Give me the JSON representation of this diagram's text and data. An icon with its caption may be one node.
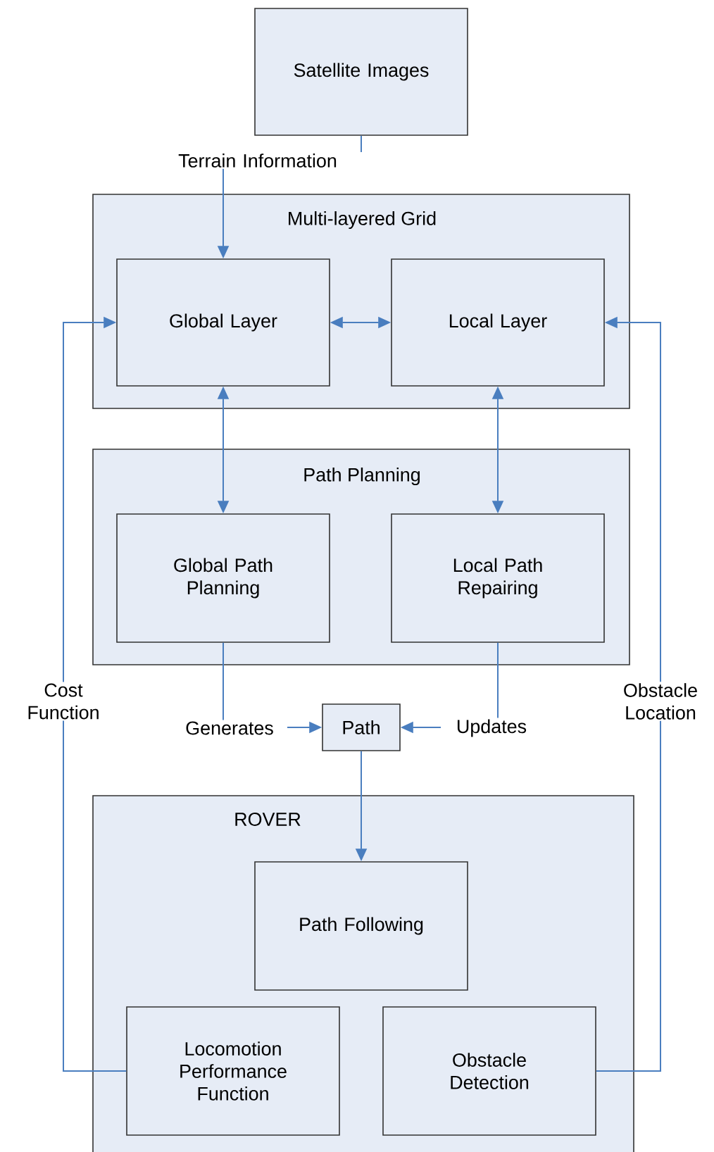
{
  "diagram": {
    "nodes": [
      {
        "text": [
          "Satellite Images"
        ]
      },
      {
        "text": [
          "Multi-layered Grid"
        ]
      },
      {
        "text": [
          "Global Layer"
        ],
        "in": 1
      },
      {
        "text": [
          "Local Layer"
        ],
        "in": 1
      },
      {
        "text": [
          "Path Planning"
        ]
      },
      {
        "text": [
          "Global Path Planning"
        ],
        "in": 4
      },
      {
        "text": [
          "Local Path Repairing"
        ],
        "in": 4
      },
      {
        "text": [
          "Path"
        ]
      },
      {
        "text": [
          "ROVER"
        ]
      },
      {
        "text": [
          "Path Following"
        ],
        "in": 8
      },
      {
        "text": [
          "Locomotion Performance Function"
        ],
        "in": 8
      },
      {
        "text": [
          "Obstacle Detection"
        ],
        "in": 8
      }
    ],
    "edges": [
      {
        "from": 0,
        "to": 2,
        "arrow": "to",
        "label": "Terrain Information"
      },
      {
        "from": 2,
        "to": 3,
        "arrow": "both"
      },
      {
        "from": 2,
        "to": 5,
        "arrow": "both"
      },
      {
        "from": 3,
        "to": 6,
        "arrow": "both"
      },
      {
        "from": 5,
        "to": 7,
        "arrow": "to",
        "label": "Generates"
      },
      {
        "from": 6,
        "to": 7,
        "arrow": "to",
        "label": "Updates"
      },
      {
        "from": 7,
        "to": 9,
        "arrow": "to"
      },
      {
        "from": 10,
        "to": 2,
        "arrow": "to",
        "label": "Cost Function"
      },
      {
        "from": 11,
        "to": 3,
        "arrow": "to",
        "label": "Obstacle Location"
      }
    ]
  }
}
